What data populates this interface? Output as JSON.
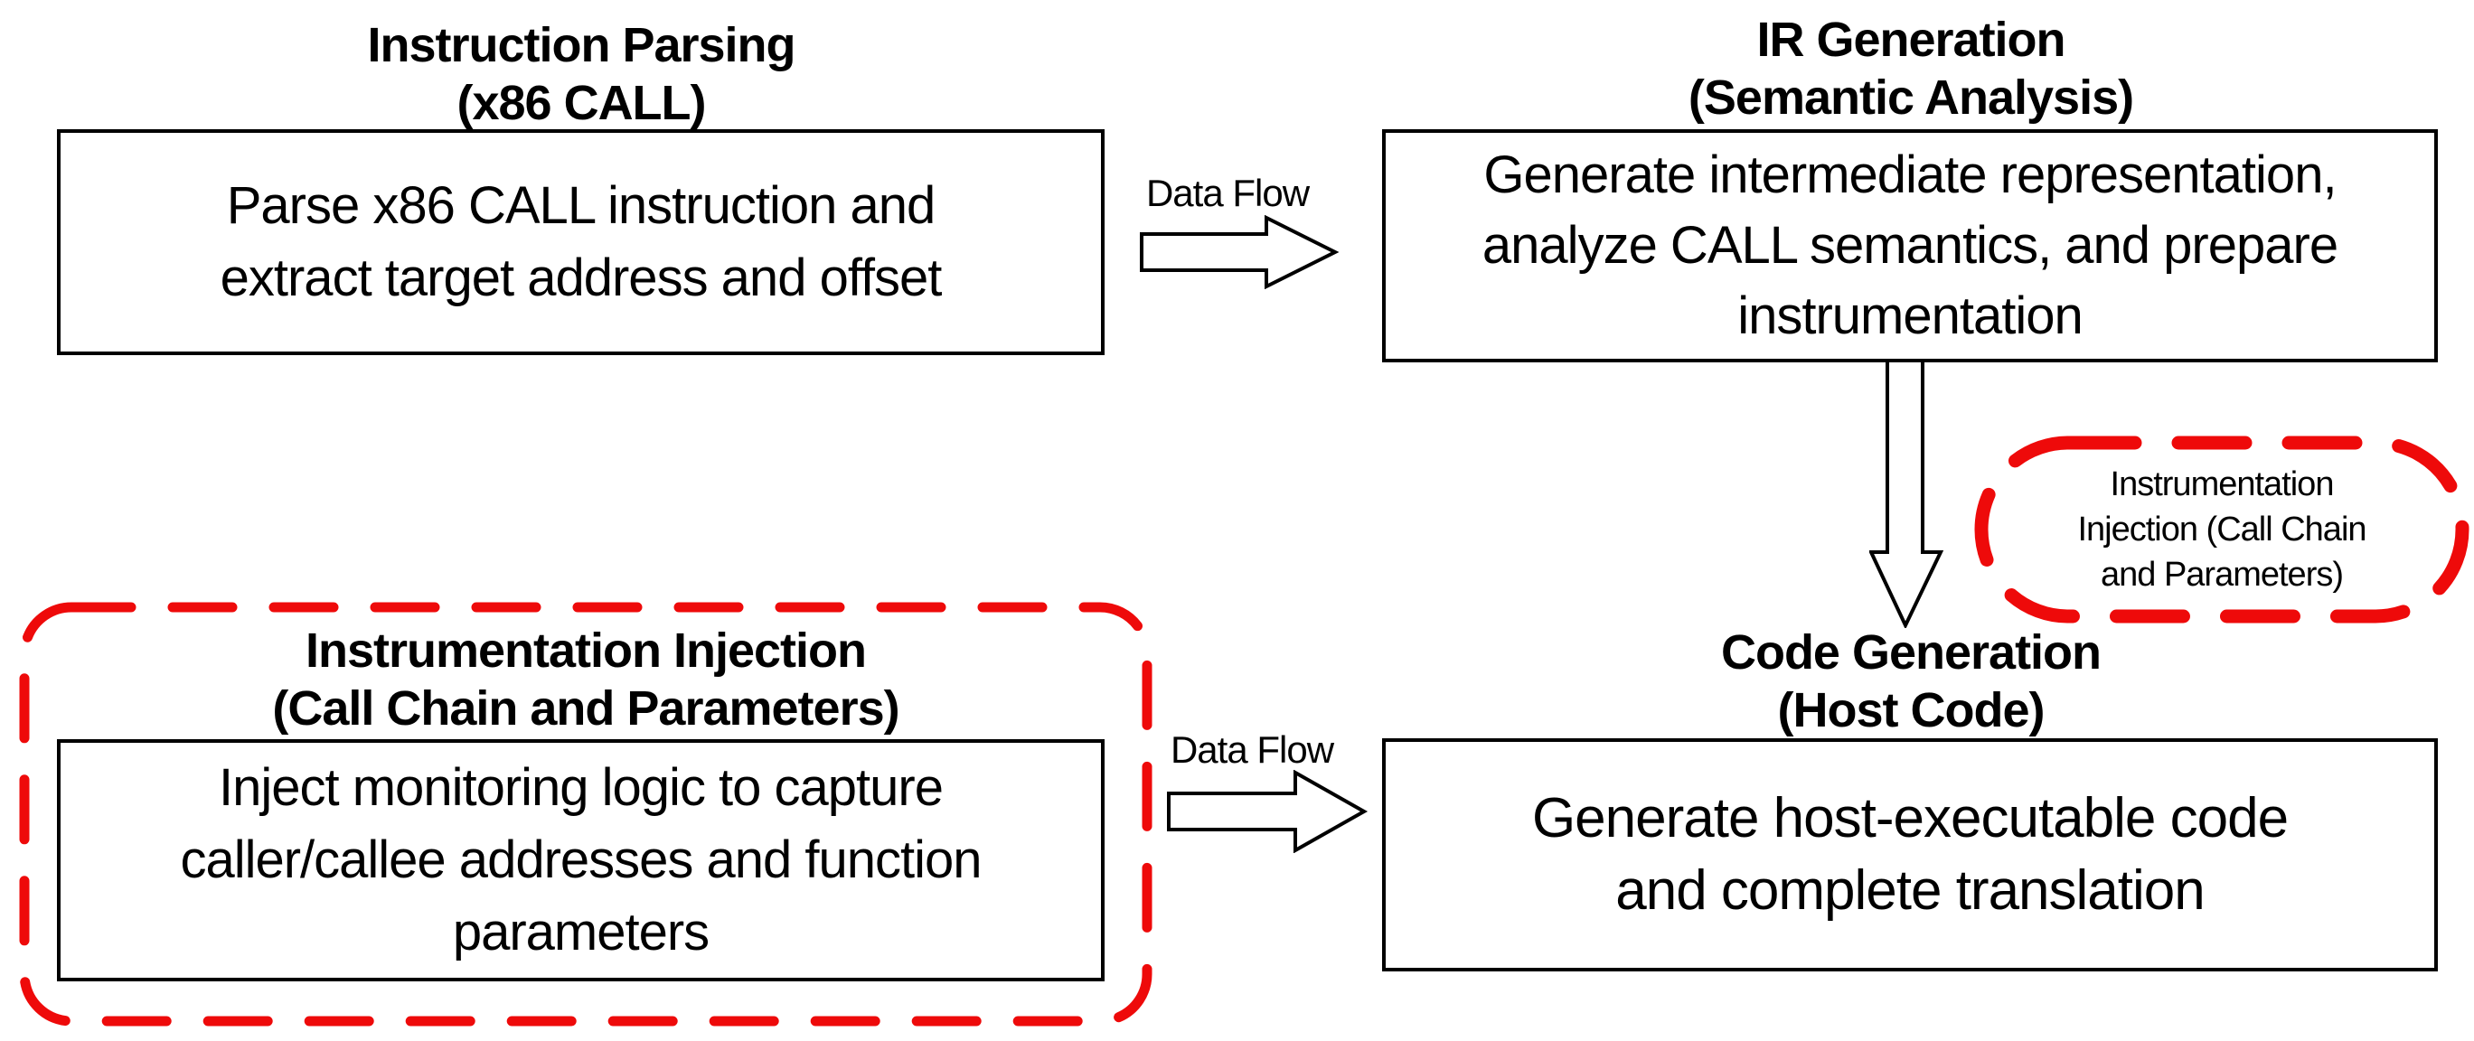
{
  "colors": {
    "accent_red": "#ee0a0a",
    "line_black": "#000000",
    "background": "#ffffff"
  },
  "stages": {
    "instruction_parsing": {
      "title_lines": [
        "Instruction Parsing",
        "(x86 CALL)"
      ],
      "body_lines": [
        "Parse x86 CALL instruction and",
        "extract target address and offset"
      ]
    },
    "ir_generation": {
      "title_lines": [
        "IR Generation",
        "(Semantic Analysis)"
      ],
      "body_lines": [
        "Generate intermediate representation,",
        "analyze CALL semantics, and prepare",
        "instrumentation"
      ]
    },
    "instrumentation_injection": {
      "title_lines": [
        "Instrumentation Injection",
        "(Call Chain and Parameters)"
      ],
      "body_lines": [
        "Inject monitoring logic to capture",
        "caller/callee addresses and function",
        "parameters"
      ]
    },
    "code_generation": {
      "title_lines": [
        "Code Generation",
        "(Host Code)"
      ],
      "body_lines": [
        "Generate host-executable code",
        "and complete translation"
      ]
    }
  },
  "flow_labels": {
    "top": "Data Flow",
    "bottom": "Data Flow"
  },
  "callout": {
    "lines": [
      "Instrumentation",
      "Injection (Call Chain",
      "and Parameters)"
    ]
  }
}
